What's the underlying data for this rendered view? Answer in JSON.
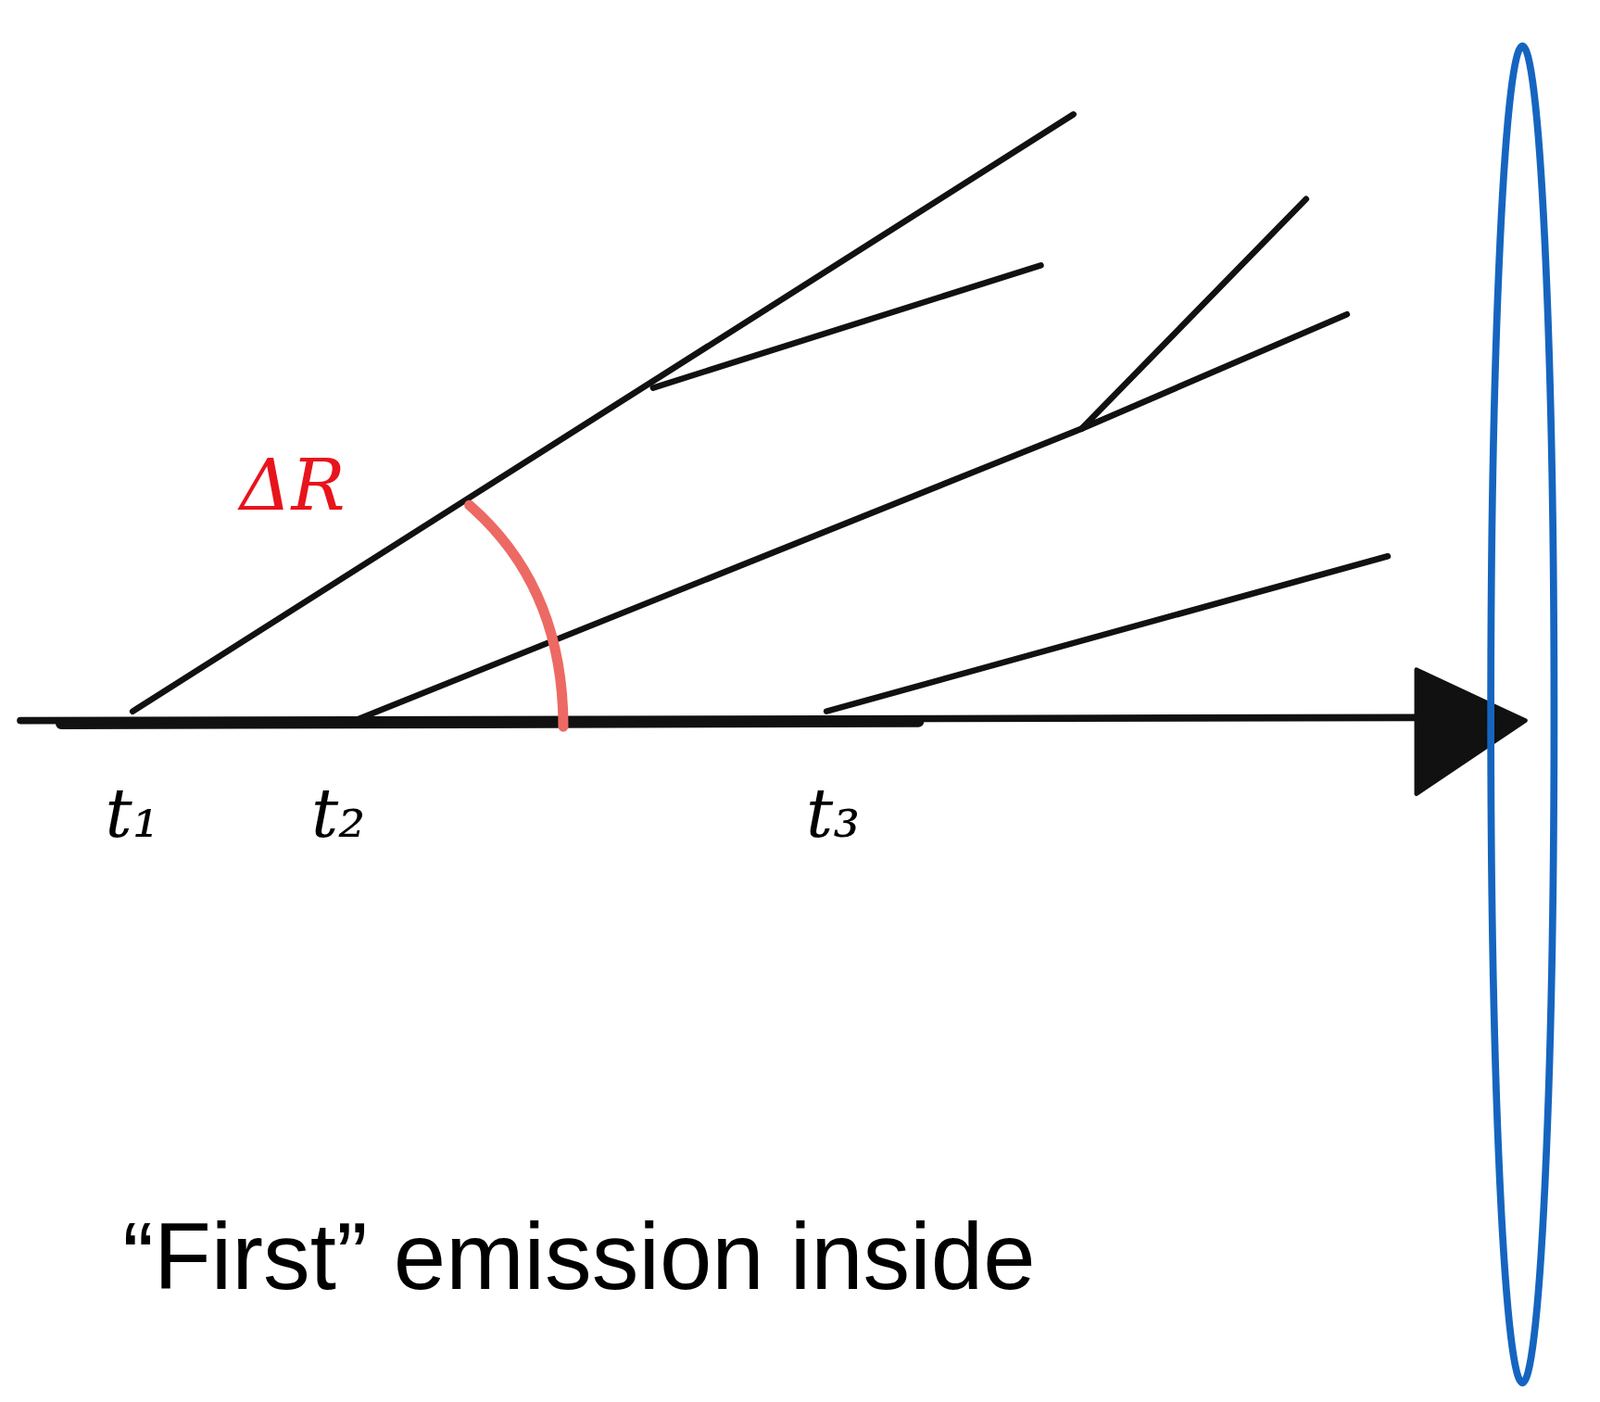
{
  "diagram": {
    "labels": [
      "ΔR",
      "t₁",
      "t₂",
      "t₃",
      "“First” emission inside"
    ]
  }
}
